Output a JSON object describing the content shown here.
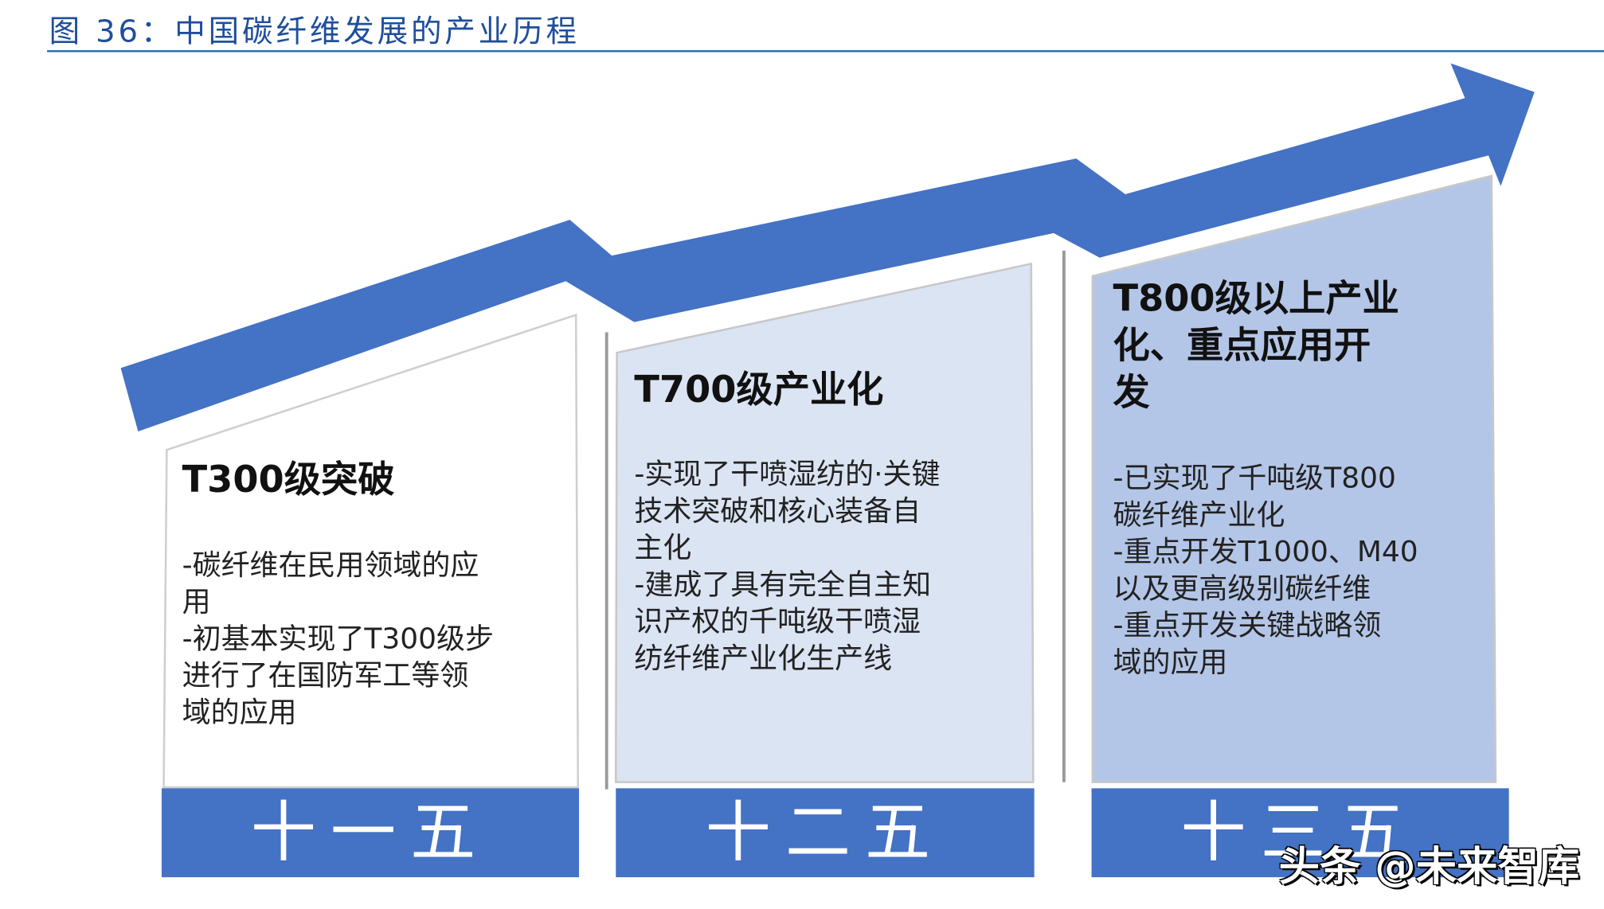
{
  "title": "图 36：中国碳纤维发展的产业历程",
  "colors": {
    "accent": "#4472c4",
    "title": "#1f4e9c",
    "stage2_fill": "#dbe4f3",
    "stage3_fill": "#b4c6e7"
  },
  "stages": [
    {
      "period": "十一五",
      "heading": [
        "T300级突破"
      ],
      "lines": [
        "-碳纤维在民用领域的应",
        "用",
        "-初基本实现了T300级步",
        "进行了在国防军工等领",
        "域的应用"
      ]
    },
    {
      "period": "十二五",
      "heading": [
        "T700级产业化"
      ],
      "lines": [
        "-实现了干喷湿纺的·关键",
        "技术突破和核心装备自",
        "主化",
        "-建成了具有完全自主知",
        "识产权的千吨级干喷湿",
        "纺纤维产业化生产线"
      ]
    },
    {
      "period": "十三五",
      "heading": [
        "T800级以上产业",
        "化、重点应用开",
        "发"
      ],
      "lines": [
        "-已实现了千吨级T800",
        "碳纤维产业化",
        "-重点开发T1000、M40",
        "以及更高级别碳纤维",
        "-重点开发关键战略领",
        "域的应用"
      ]
    }
  ],
  "watermark": "头条 @未来智库"
}
